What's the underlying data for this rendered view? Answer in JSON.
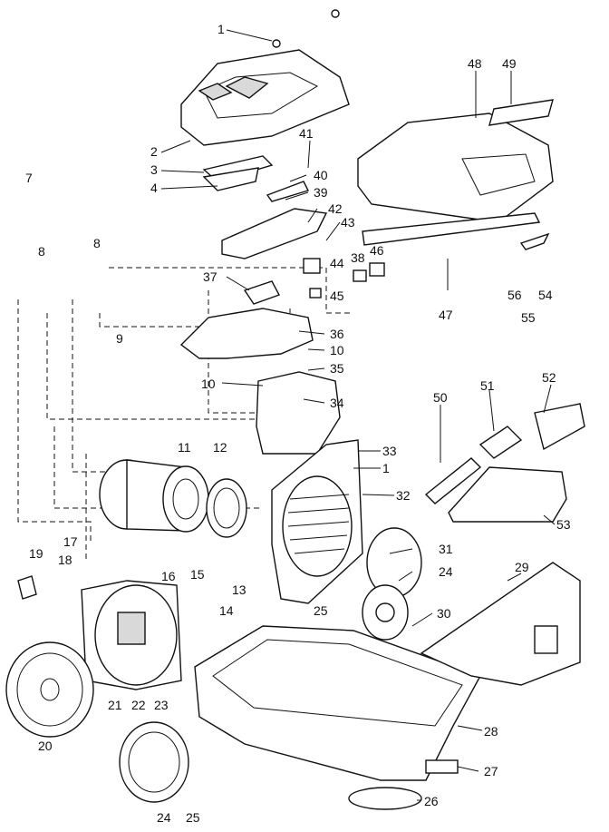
{
  "callouts": [
    "1",
    "2",
    "3",
    "4",
    "7",
    "8",
    "8",
    "9",
    "10",
    "10",
    "11",
    "12",
    "13",
    "14",
    "15",
    "16",
    "17",
    "18",
    "19",
    "20",
    "21",
    "22",
    "23",
    "24",
    "24",
    "25",
    "25",
    "26",
    "27",
    "28",
    "29",
    "30",
    "31",
    "32",
    "33",
    "1",
    "34",
    "35",
    "36",
    "37",
    "38",
    "39",
    "40",
    "41",
    "42",
    "43",
    "44",
    "45",
    "46",
    "47",
    "48",
    "49",
    "50",
    "51",
    "52",
    "53",
    "54",
    "55",
    "56"
  ]
}
